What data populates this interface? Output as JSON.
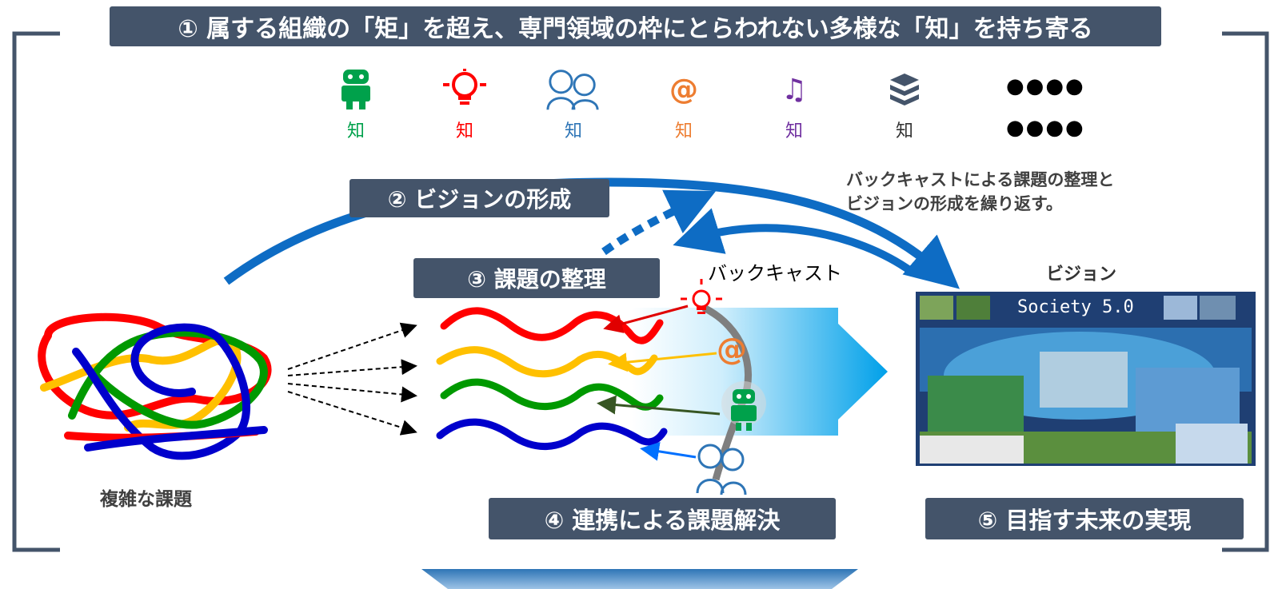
{
  "title": "① 属する組織の「矩」を超え、専門領域の枠にとらわれない多様な「知」を持ち寄る",
  "knowledge": [
    {
      "icon": "robot-icon",
      "label": "知",
      "color": "#00a14b"
    },
    {
      "icon": "lightbulb-icon",
      "label": "知",
      "color": "#ff0000"
    },
    {
      "icon": "people-icon",
      "label": "知",
      "color": "#2e75b6"
    },
    {
      "icon": "at-sign-icon",
      "glyph": "@",
      "label": "知",
      "color": "#ed7d31"
    },
    {
      "icon": "music-note-icon",
      "glyph": "♫",
      "label": "知",
      "color": "#7030a0"
    },
    {
      "icon": "database-icon",
      "label": "知",
      "color": "#44546a"
    }
  ],
  "dots": "●●●●",
  "step2": "② ビジョンの形成",
  "step3": "③ 課題の整理",
  "step4": "④ 連携による課題解決",
  "step5": "⑤ 目指す未来の実現",
  "note_line1": "バックキャストによる課題の整理と",
  "note_line2": "ビジョンの形成を繰り返す。",
  "backcast": "バックキャスト",
  "vision_label": "ビジョン",
  "complex_label": "複雑な課題",
  "vision_image_title": "Society 5.0"
}
